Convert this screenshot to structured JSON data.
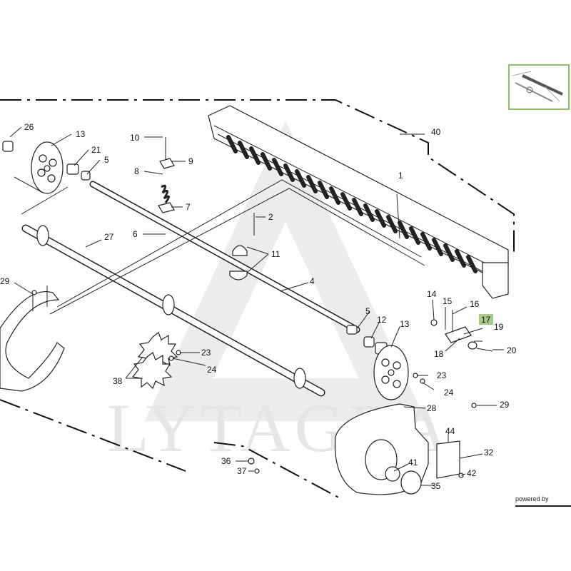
{
  "watermark": "LYTAGRA",
  "footer": {
    "powered_by": "powered by"
  },
  "highlighted_label": "17",
  "labels": {
    "p1": "1",
    "p2": "2",
    "p4": "4",
    "p5a": "5",
    "p5b": "5",
    "p6": "6",
    "p7": "7",
    "p8": "8",
    "p9": "9",
    "p10": "10",
    "p11": "11",
    "p12": "12",
    "p13a": "13",
    "p13b": "13",
    "p14": "14",
    "p15": "15",
    "p16": "16",
    "p17": "17",
    "p18": "18",
    "p19": "19",
    "p20": "20",
    "p21": "21",
    "p23a": "23",
    "p23b": "23",
    "p24a": "24",
    "p24b": "24",
    "p26": "26",
    "p27": "27",
    "p28": "28",
    "p29a": "29",
    "p29b": "29",
    "p32": "32",
    "p35": "35",
    "p36": "36",
    "p37": "37",
    "p38": "38",
    "p40": "40",
    "p41": "41",
    "p42": "42",
    "p44": "44"
  },
  "colors": {
    "highlight": "#a8cc88",
    "thumbnail_border": "#8fbf6a",
    "watermark": "#e6e6e6"
  }
}
